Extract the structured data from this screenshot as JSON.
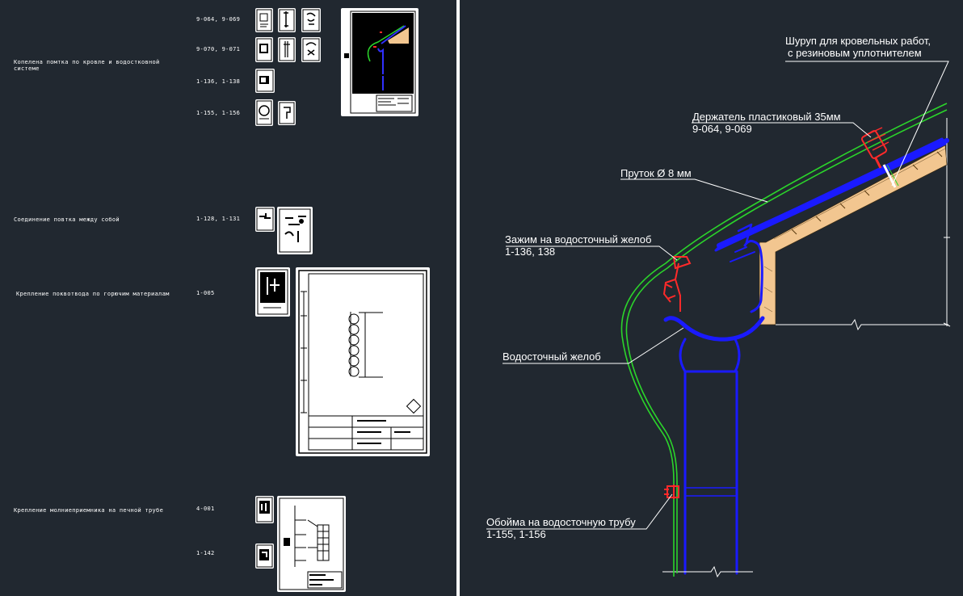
{
  "left_panel": {
    "rows": [
      {
        "label": "Копелена помтка по кровле и водостковной системе",
        "codes": [
          "9-064, 9-069",
          "9-070, 9-071",
          "1-136, 1-138",
          "1-155, 1-156"
        ]
      },
      {
        "label": "Соединение повтка между собой",
        "codes": [
          "1-128, 1-131"
        ]
      },
      {
        "label": "Крепление поквотвода по горючим материалам",
        "codes": [
          "1-005"
        ]
      },
      {
        "label": "Крепление молниеприемника на печной трубе",
        "codes": [
          "4-001",
          "1-142"
        ]
      }
    ]
  },
  "detail": {
    "callouts": {
      "screw_line1": "Шуруп для кровельных работ,",
      "screw_line2": "с резиновым уплотнителем",
      "holder_line1": "Держатель пластиковый 35мм",
      "holder_line2": "9-064, 9-069",
      "rod": "Пруток Ø 8 мм",
      "clamp_line1": "Зажим на водосточный желоб",
      "clamp_line2": "1-136, 138",
      "gutter": "Водосточный желоб",
      "bracket_line1": "Обойма на водосточную трубу",
      "bracket_line2": "1-155, 1-156"
    },
    "colors": {
      "background": "#212830",
      "rod": "#2bd42b",
      "gutter": "#1a1aff",
      "wood": "#f2c690",
      "fastener": "#ff2a2a",
      "leader": "#ffffff"
    }
  }
}
